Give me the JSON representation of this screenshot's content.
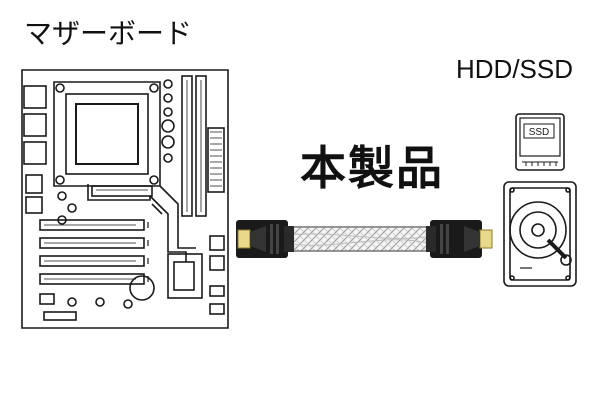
{
  "labels": {
    "motherboard": "マザーボード",
    "drive": "HDD/SSD",
    "product": "本製品",
    "ssd_badge": "SSD"
  },
  "colors": {
    "line": "#1a1a1a",
    "connector": "#1a1a1a",
    "latch": "#e8d98a",
    "cable": "#f2f2f2"
  },
  "icons": [
    "motherboard-illustration",
    "sata-cable-illustration",
    "ssd-icon",
    "hdd-icon"
  ]
}
